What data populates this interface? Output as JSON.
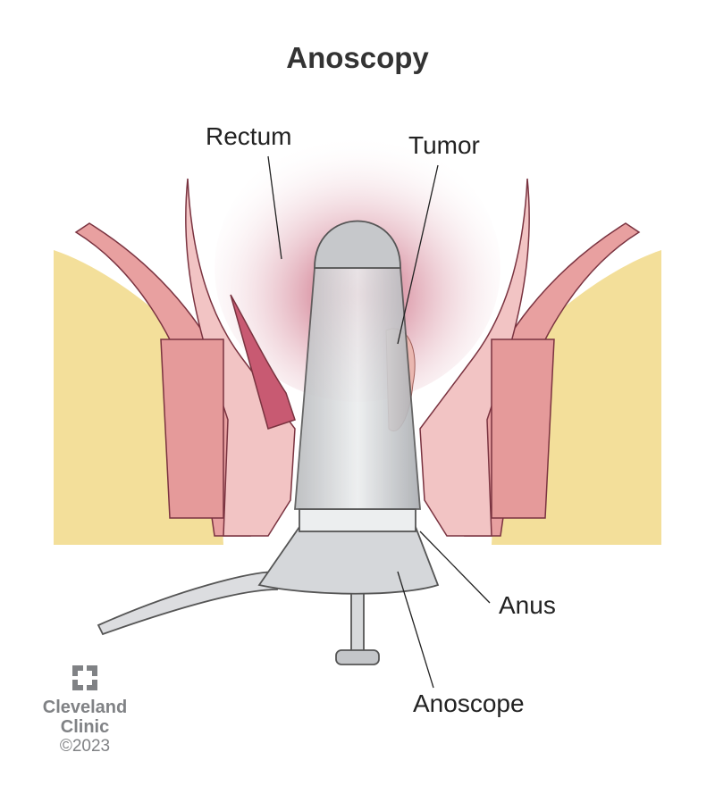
{
  "title": "Anoscopy",
  "labels": {
    "rectum": "Rectum",
    "tumor": "Tumor",
    "anus": "Anus",
    "anoscope": "Anoscope"
  },
  "logo": {
    "line1": "Cleveland",
    "line2": "Clinic",
    "copyright": "©2023"
  },
  "colors": {
    "fat": "#f3df9a",
    "muscle": "#e59a9a",
    "mucosa": "#c85a72",
    "scope": "#c9cbcd",
    "logo": "#808285"
  }
}
